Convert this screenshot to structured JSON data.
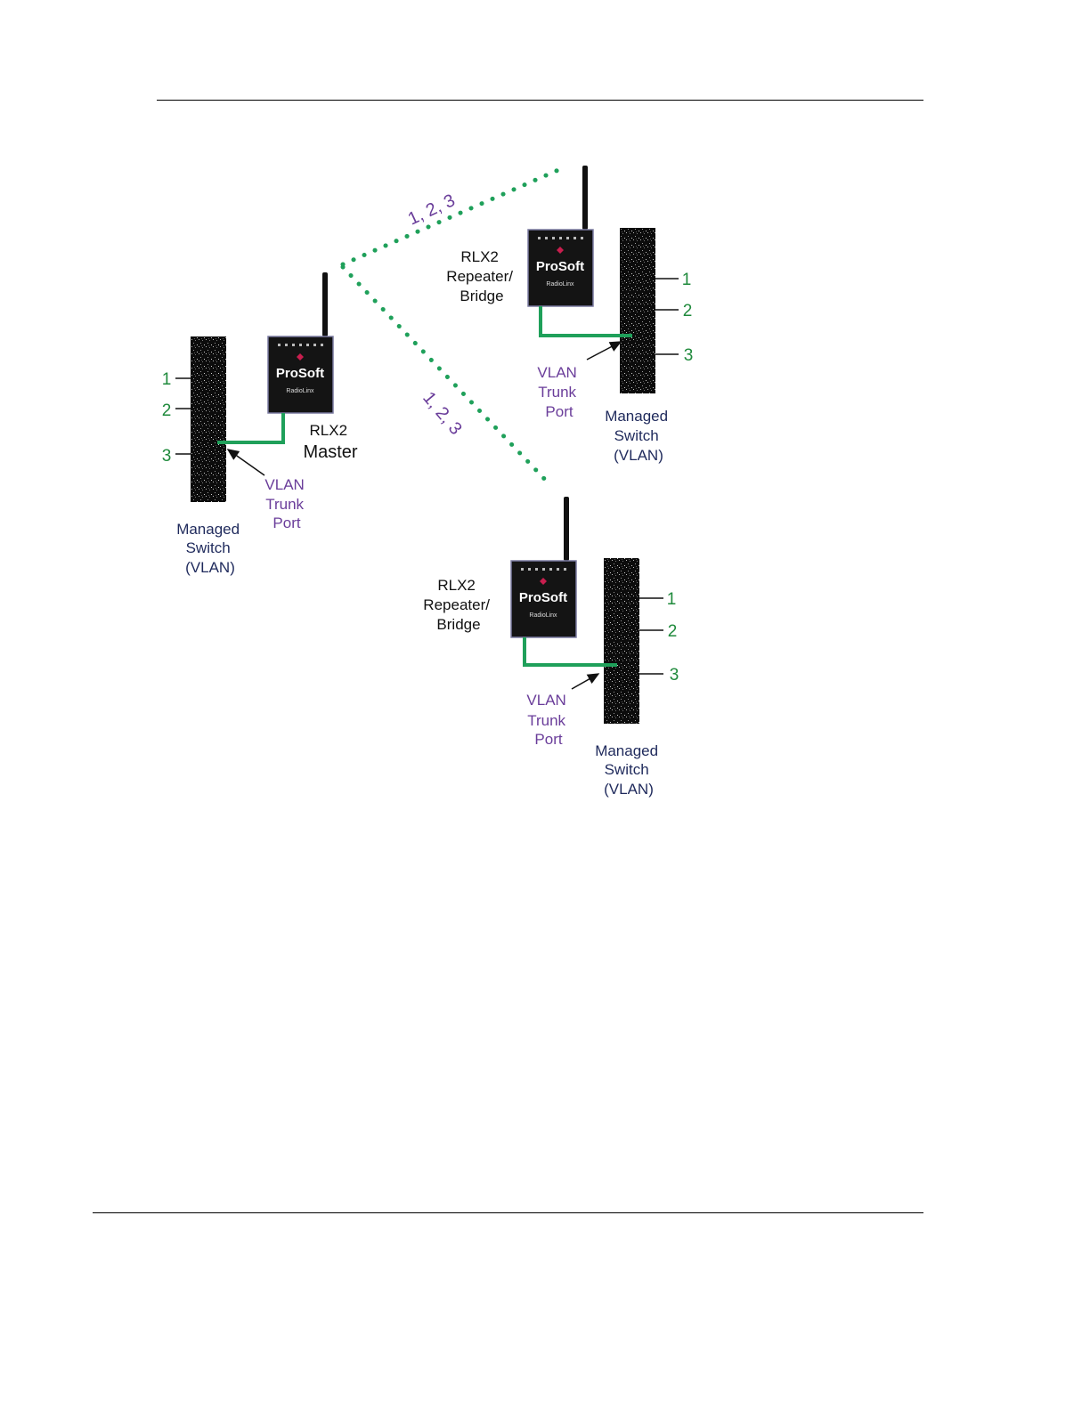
{
  "colors": {
    "link_dots": "#1fa05a",
    "cable": "#1fa05a",
    "port_number": "#1f8a3c",
    "vlan_label": "#6a3d9a",
    "switch_label": "#1f2a5c",
    "device_label": "#111111",
    "switch_body": "#0c0c0c",
    "radio_body": "#141414"
  },
  "links": [
    {
      "label": "1, 2, 3"
    },
    {
      "label": "1, 2, 3"
    }
  ],
  "switches": [
    {
      "ports": [
        "1",
        "2",
        "3"
      ],
      "name_lines": [
        "Managed",
        "Switch",
        "(VLAN)"
      ]
    },
    {
      "ports": [
        "1",
        "2",
        "3"
      ],
      "name_lines": [
        "Managed",
        "Switch",
        "(VLAN)"
      ]
    },
    {
      "ports": [
        "1",
        "2",
        "3"
      ],
      "name_lines": [
        "Managed",
        "Switch",
        "(VLAN)"
      ]
    }
  ],
  "radios": [
    {
      "brand": "ProSoft",
      "sub_brand": "RadioLinx",
      "name_lines": [
        "RLX2",
        "Master"
      ]
    },
    {
      "brand": "ProSoft",
      "sub_brand": "RadioLinx",
      "name_lines": [
        "RLX2",
        "Repeater/",
        "Bridge"
      ]
    },
    {
      "brand": "ProSoft",
      "sub_brand": "RadioLinx",
      "name_lines": [
        "RLX2",
        "Repeater/",
        "Bridge"
      ]
    }
  ],
  "trunk_ports": [
    {
      "lines": [
        "VLAN",
        "Trunk",
        "Port"
      ]
    },
    {
      "lines": [
        "VLAN",
        "Trunk",
        "Port"
      ]
    },
    {
      "lines": [
        "VLAN",
        "Trunk",
        "Port"
      ]
    }
  ]
}
